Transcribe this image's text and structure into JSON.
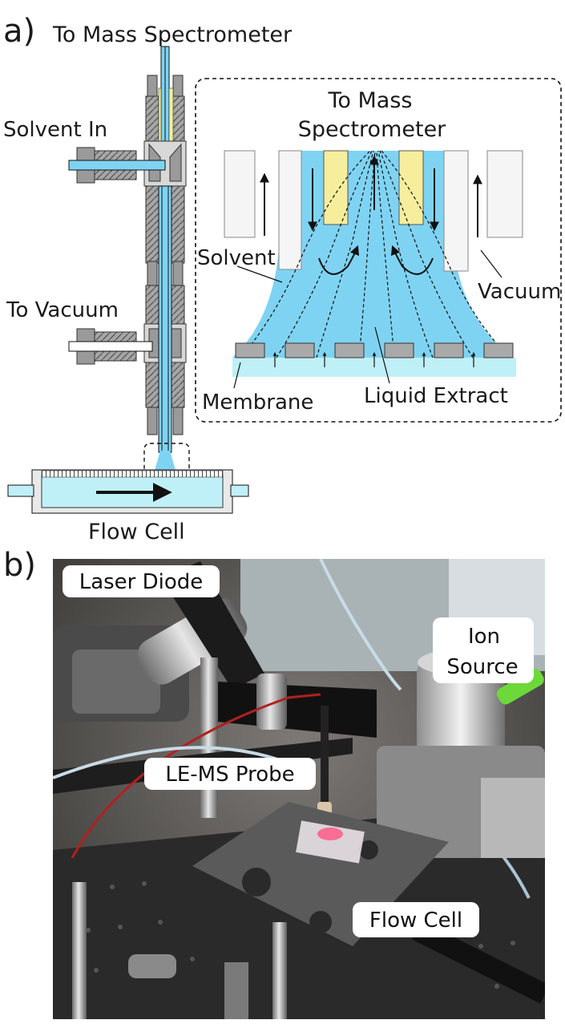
{
  "panel_a": {
    "letter": "a)",
    "top_label": "To Mass Spectrometer",
    "solvent_in": "Solvent In",
    "to_vacuum": "To Vacuum",
    "flow_cell": "Flow Cell",
    "inset": {
      "title_line1": "To Mass",
      "title_line2": "Spectrometer",
      "solvent": "Solvent",
      "vacuum": "Vacuum",
      "membrane": "Membrane",
      "liquid_extract": "Liquid Extract"
    }
  },
  "panel_b": {
    "letter": "b)",
    "labels": {
      "laser_diode": "Laser Diode",
      "ion_source_line1": "Ion",
      "ion_source_line2": "Source",
      "le_ms_probe": "LE-MS Probe",
      "flow_cell": "Flow Cell"
    }
  },
  "colors": {
    "solvent_blue": "#7fd3f2",
    "liquid_cyan": "#bff0f7",
    "insert_yellow": "#f6ee9c",
    "metal_grey": "#9a9a9a",
    "membrane_grey": "#a9a9a9"
  }
}
